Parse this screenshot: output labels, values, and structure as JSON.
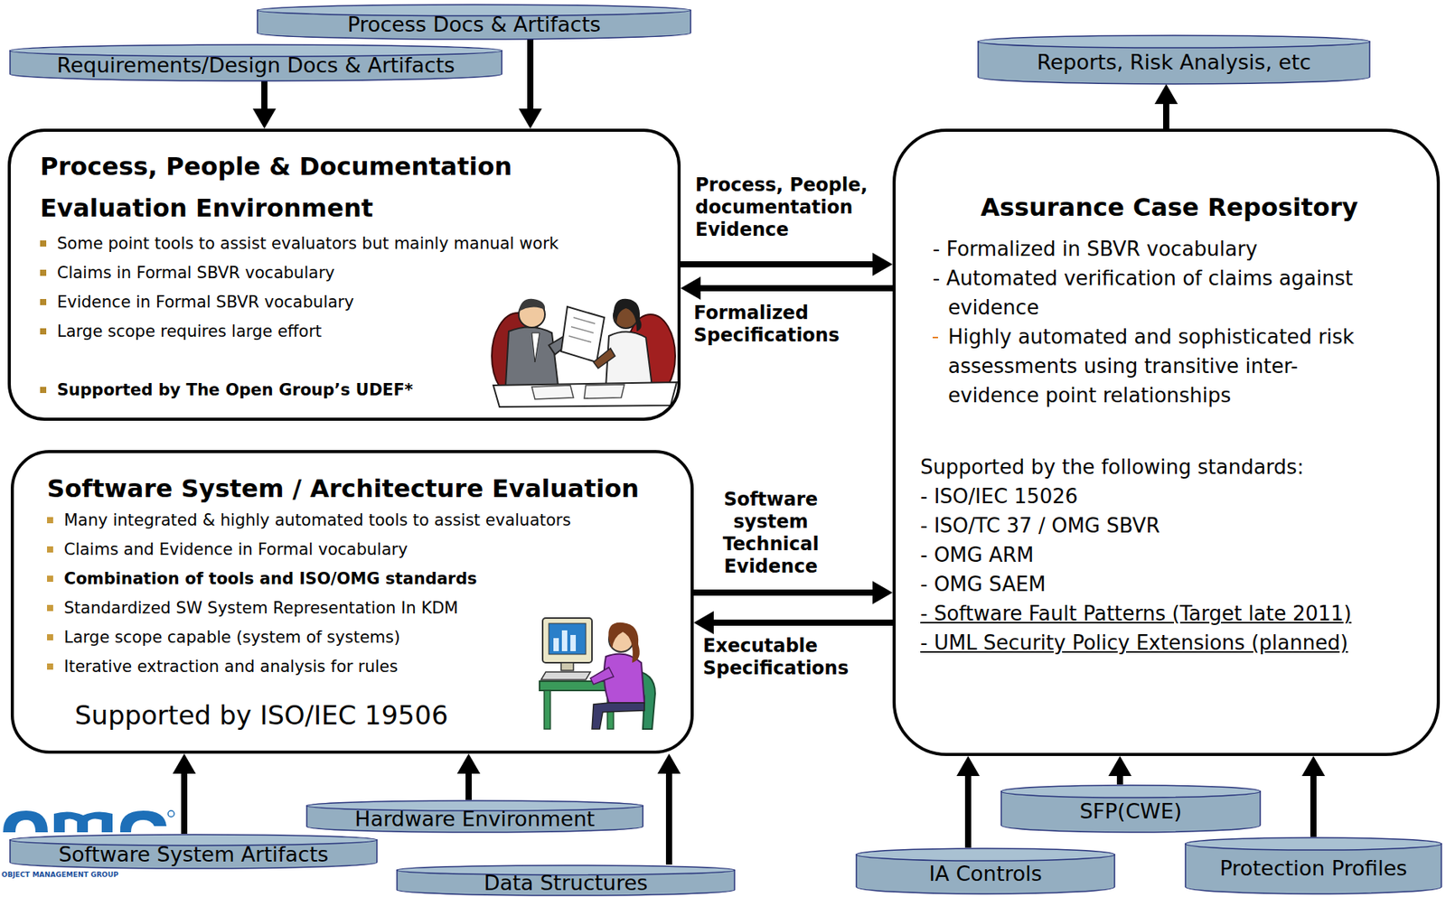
{
  "diagram": {
    "nodes": [
      {
        "text": [
          "Process Docs & Artifacts"
        ]
      },
      {
        "text": [
          "Requirements/Design Docs & Artifacts"
        ]
      },
      {
        "text": [
          "Reports, Risk Analysis, etc"
        ]
      },
      {
        "text": [
          "Process, People & Documentation Evaluation Environment",
          "Some point tools to assist evaluators but mainly manual work",
          "Claims in Formal SBVR vocabulary",
          "Evidence in Formal SBVR vocabulary",
          "Large scope requires large effort",
          "Supported by The Open Group’s UDEF*"
        ]
      },
      {
        "text": [
          "Assurance Case Repository",
          "- Formalized in SBVR vocabulary",
          "- Automated verification of claims against evidence",
          "Highly automated and sophisticated risk assessments using transitive inter- evidence point relationships",
          "Supported by the following standards:",
          "- ISO/IEC 15026",
          "- ISO/TC 37 / OMG SBVR",
          "- OMG ARM",
          "- OMG SAEM",
          "- Software Fault Patterns (Target late 2011)",
          "- UML Security Policy Extensions (planned)"
        ]
      },
      {
        "text": [
          "Software System / Architecture Evaluation",
          "Many integrated & highly automated tools to assist evaluators",
          "Claims and Evidence in Formal vocabulary",
          "Combination of tools and ISO/OMG standards",
          "Standardized SW System Representation In KDM",
          "Large scope capable (system of systems)",
          "Iterative extraction and analysis for rules",
          "Supported by ISO/IEC 19506"
        ]
      },
      {
        "text": [
          "Software System Artifacts"
        ]
      },
      {
        "text": [
          "Hardware Environment"
        ]
      },
      {
        "text": [
          "Data Structures"
        ]
      },
      {
        "text": [
          "IA Controls"
        ]
      },
      {
        "text": [
          "SFP(CWE)"
        ]
      },
      {
        "text": [
          "Protection Profiles"
        ]
      }
    ],
    "edges": [
      {
        "from": 0,
        "to": 3,
        "arrow": "to"
      },
      {
        "from": 1,
        "to": 3,
        "arrow": "to"
      },
      {
        "from": 4,
        "to": 2,
        "arrow": "to"
      },
      {
        "from": 3,
        "to": 4,
        "label": "Process, People, documentation Evidence",
        "arrow": "to"
      },
      {
        "from": 4,
        "to": 3,
        "label": "Formalized Specifications",
        "arrow": "to"
      },
      {
        "from": 5,
        "to": 4,
        "label": "Software system Technical Evidence",
        "arrow": "to"
      },
      {
        "from": 4,
        "to": 5,
        "label": "Executable Specifications",
        "arrow": "to"
      },
      {
        "from": 6,
        "to": 5,
        "arrow": "to"
      },
      {
        "from": 7,
        "to": 5,
        "arrow": "to"
      },
      {
        "from": 8,
        "to": 5,
        "arrow": "to"
      },
      {
        "from": 9,
        "to": 4,
        "arrow": "to"
      },
      {
        "from": 10,
        "to": 4,
        "arrow": "to"
      },
      {
        "from": 11,
        "to": 4,
        "arrow": "to"
      }
    ],
    "labels": [
      "OBJECT MANAGEMENT GROUP"
    ]
  }
}
